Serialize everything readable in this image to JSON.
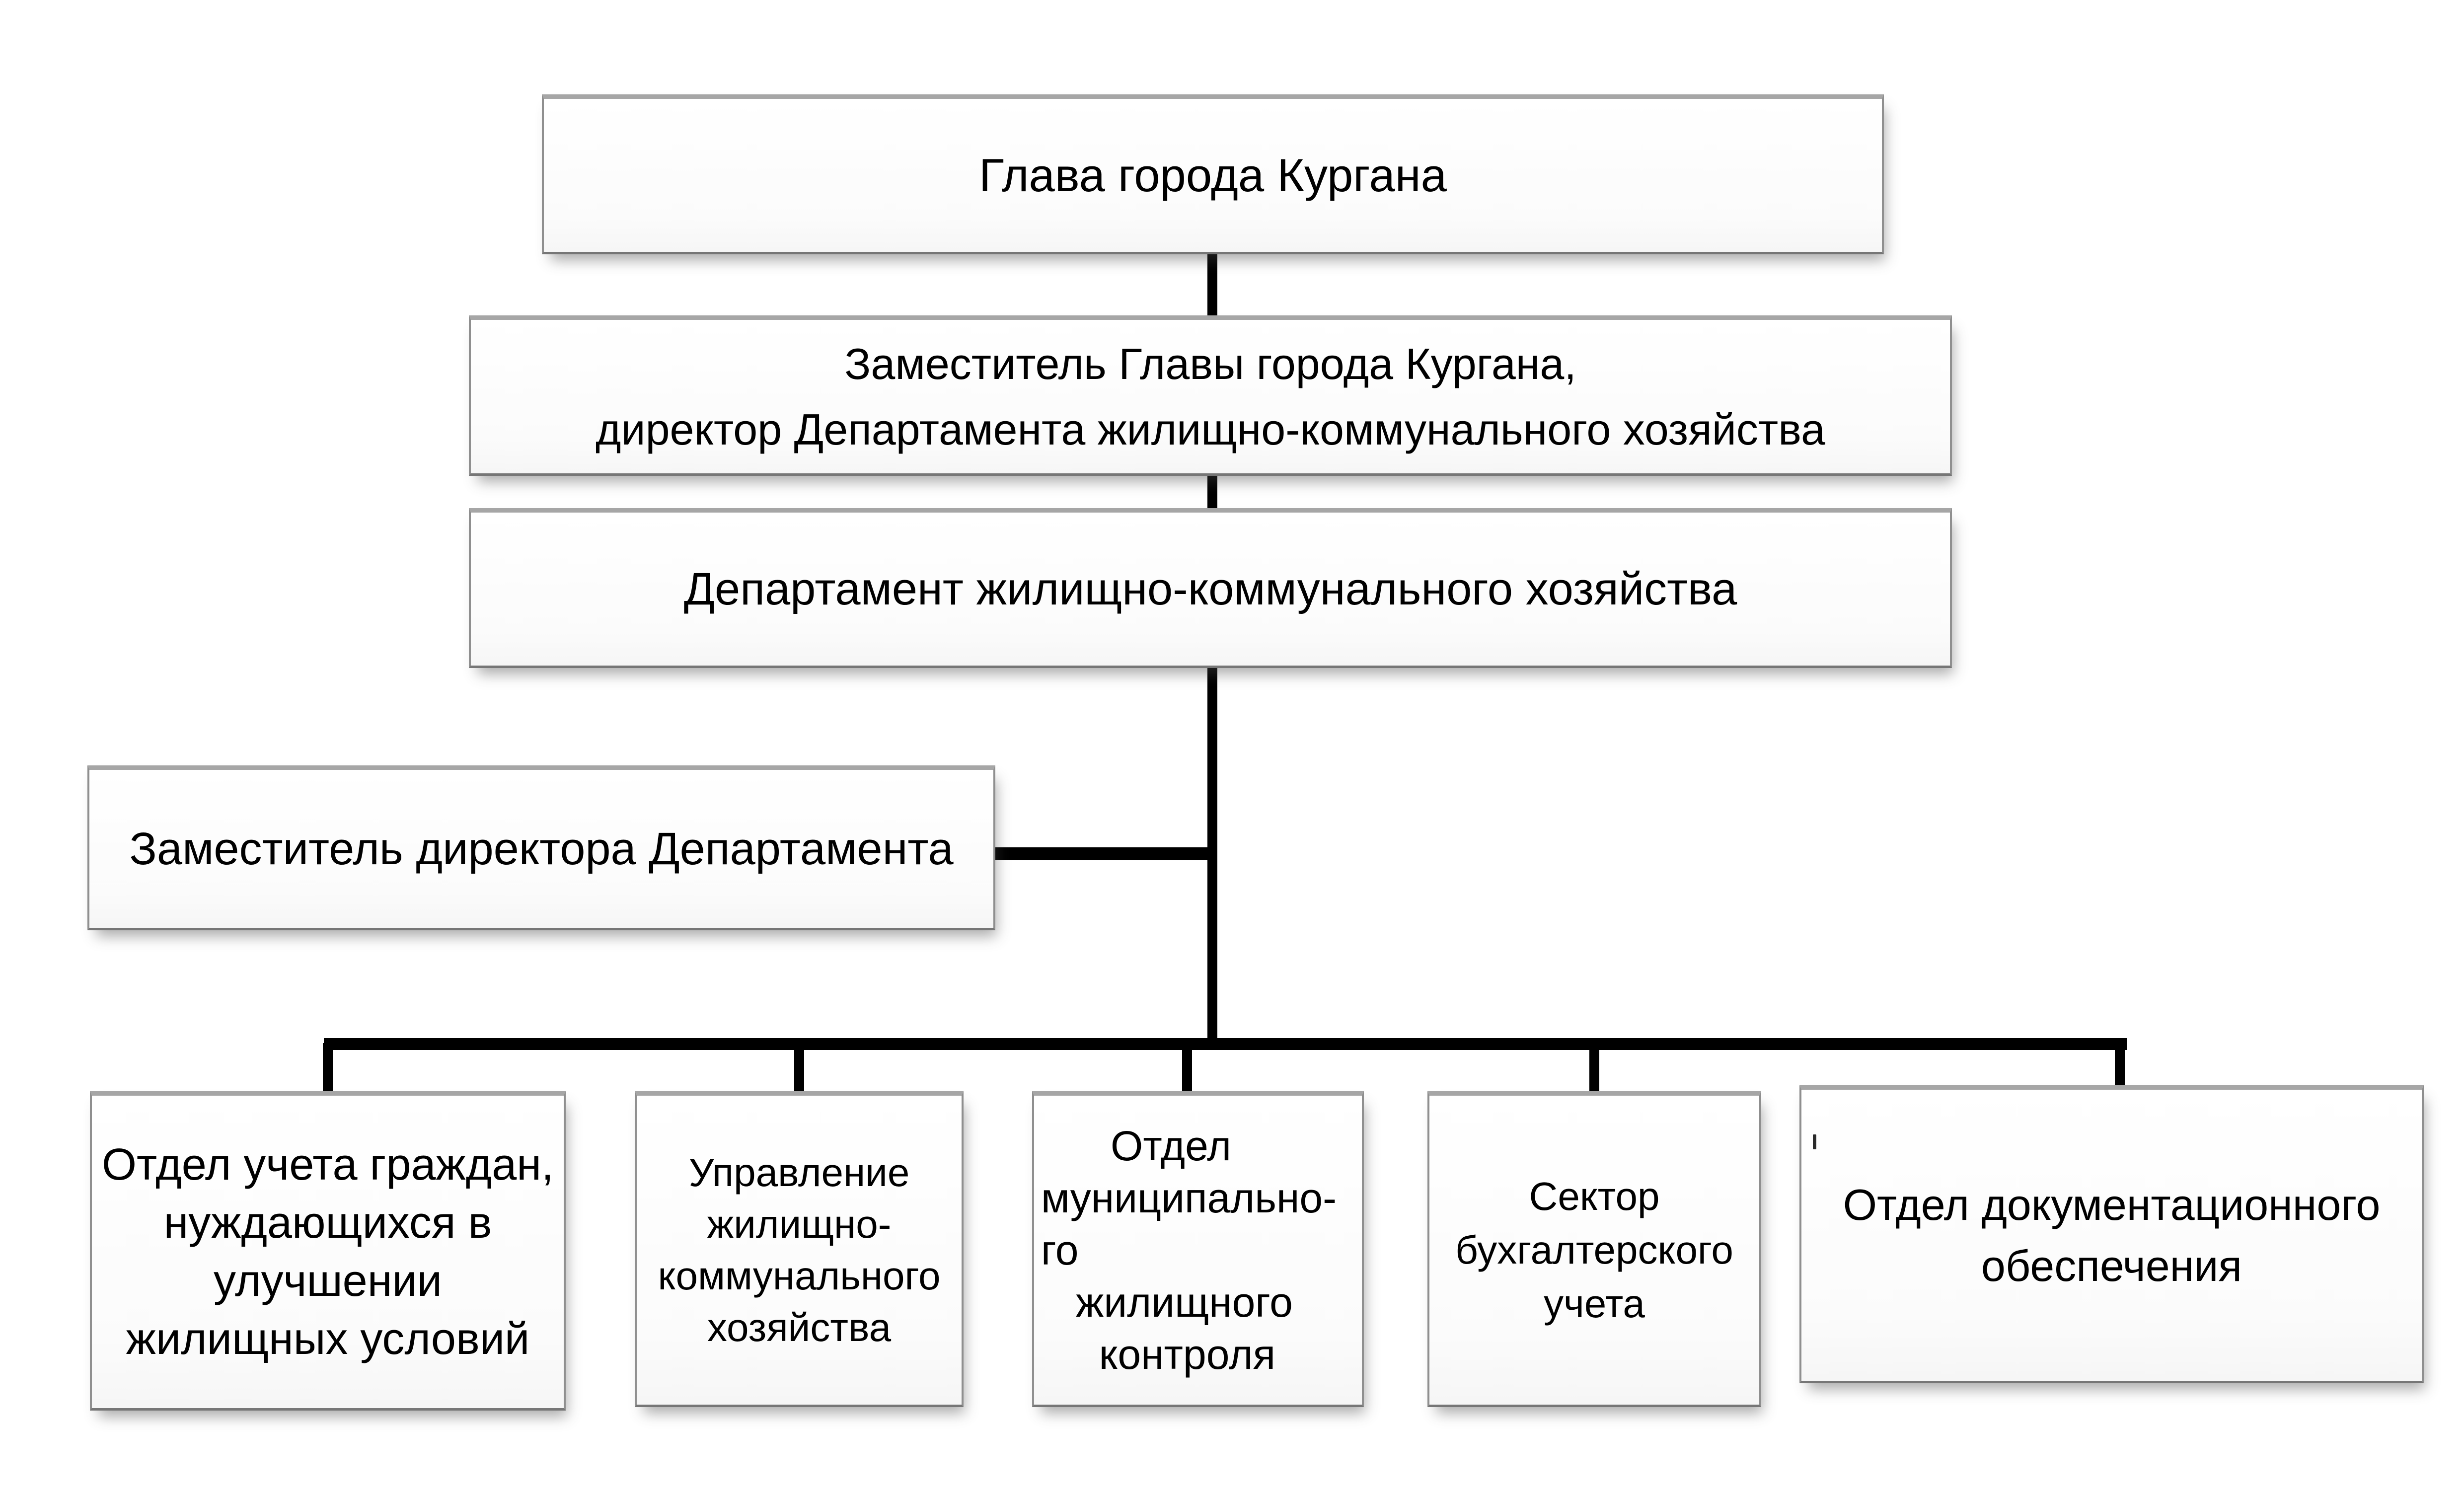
{
  "diagram": {
    "type": "org-chart",
    "language": "ru",
    "colors": {
      "background": "#ffffff",
      "connector_line": "#000000",
      "box_border": "#8f8f8f",
      "box_border_top": "#a6a6a6",
      "box_fill": "#fcfcfc",
      "text": "#000000"
    },
    "nodes": {
      "head": {
        "label": "Глава города Кургана"
      },
      "deputy_head": {
        "label": "Заместитель Главы города Кургана,\nдиректор Департамента жилищно-коммунального хозяйства"
      },
      "department": {
        "label": "Департамент жилищно-коммунального хозяйства"
      },
      "deputy_director": {
        "label": "Заместитель директора Департамента"
      },
      "unit_citizens": {
        "label": "Отдел учета граждан,\nнуждающихся в\nулучшении\nжилищных условий"
      },
      "unit_housing_adm": {
        "label": "Управление\nжилищно-\nкоммунального\nхозяйства"
      },
      "unit_control": {
        "label": "      Отдел\nмуниципально-\nго\n   жилищного\n     контроля"
      },
      "unit_accounting": {
        "label": "Сектор\nбухгалтерского\nучета"
      },
      "unit_docs": {
        "label": "Отдел документационного\nобеспечения"
      }
    },
    "edges": [
      {
        "from": "head",
        "to": "deputy_head"
      },
      {
        "from": "deputy_head",
        "to": "department"
      },
      {
        "from": "department",
        "to": "deputy_director"
      },
      {
        "from": "department",
        "to": "unit_citizens"
      },
      {
        "from": "department",
        "to": "unit_housing_adm"
      },
      {
        "from": "department",
        "to": "unit_control"
      },
      {
        "from": "department",
        "to": "unit_accounting"
      },
      {
        "from": "department",
        "to": "unit_docs"
      }
    ]
  }
}
